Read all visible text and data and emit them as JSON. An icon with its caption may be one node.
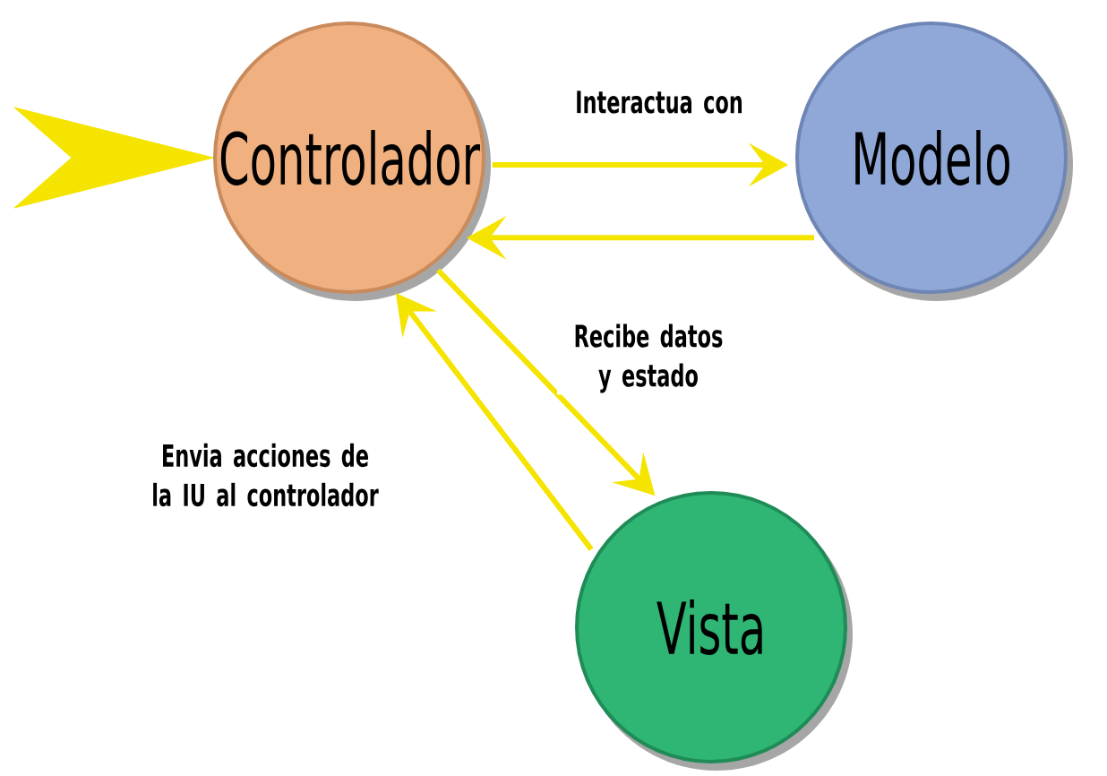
{
  "diagram": {
    "nodes": [
      {
        "text": [
          "Controlador"
        ]
      },
      {
        "text": [
          "Modelo"
        ]
      },
      {
        "text": [
          "Vista"
        ]
      }
    ],
    "edges": [
      {
        "from": null,
        "to": 0,
        "arrow": "to"
      },
      {
        "from": 0,
        "to": 1,
        "arrow": "to",
        "label": "Interactua con"
      },
      {
        "from": 1,
        "to": 0,
        "arrow": "to"
      },
      {
        "from": 0,
        "to": 2,
        "arrow": "to",
        "label": "Recibe datos y estado"
      },
      {
        "from": 2,
        "to": 0,
        "arrow": "to",
        "label": "Envia acciones de la IU al controlador"
      }
    ]
  }
}
